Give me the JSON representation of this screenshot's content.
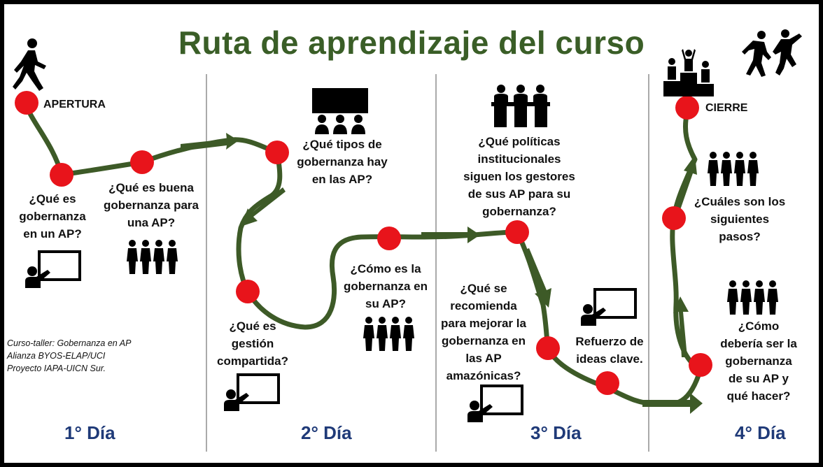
{
  "title": "Ruta de aprendizaje del curso",
  "milestones": {
    "start": "APERTURA",
    "end": "CIERRE"
  },
  "questions": {
    "q1": [
      "¿Qué es",
      "gobernanza",
      "en un AP?"
    ],
    "q2": [
      "¿Qué es buena",
      "gobernanza para",
      "una AP?"
    ],
    "q3": [
      "¿Qué tipos de",
      "gobernanza hay",
      "en las AP?"
    ],
    "q4": [
      "¿Qué es",
      "gestión",
      "compartida?"
    ],
    "q5": [
      "¿Cómo es la",
      "gobernanza en",
      "su AP?"
    ],
    "q6": [
      "¿Qué políticas",
      "institucionales",
      "siguen los gestores",
      "de sus AP para su",
      "gobernanza?"
    ],
    "q7": [
      "¿Qué se",
      "recomienda",
      "para mejorar la",
      "gobernanza en",
      "las AP",
      "amazónicas?"
    ],
    "q8": [
      "Refuerzo de",
      "ideas clave."
    ],
    "q9": [
      "¿Cuáles son los",
      "siguientes",
      "pasos?"
    ],
    "q10": [
      "¿Cómo",
      "debería ser la",
      "gobernanza",
      "de su AP y",
      "qué hacer?"
    ]
  },
  "days": [
    "1° Día",
    "2° Día",
    "3° Día",
    "4° Día"
  ],
  "credits": [
    "Curso-taller: Gobernanza en AP",
    "Alianza BYOS-ELAP/UCI",
    "Proyecto IAPA-UICN Sur."
  ],
  "colors": {
    "path": "#3d5a27",
    "dot": "#e8141b",
    "title": "#3a5e27",
    "day": "#1f3a78"
  },
  "icons": [
    "walking-person-icon",
    "audience-screen-icon",
    "panel-speakers-icon",
    "podium-winners-icon",
    "dancing-people-icon",
    "group-icon",
    "teacher-board-icon"
  ]
}
